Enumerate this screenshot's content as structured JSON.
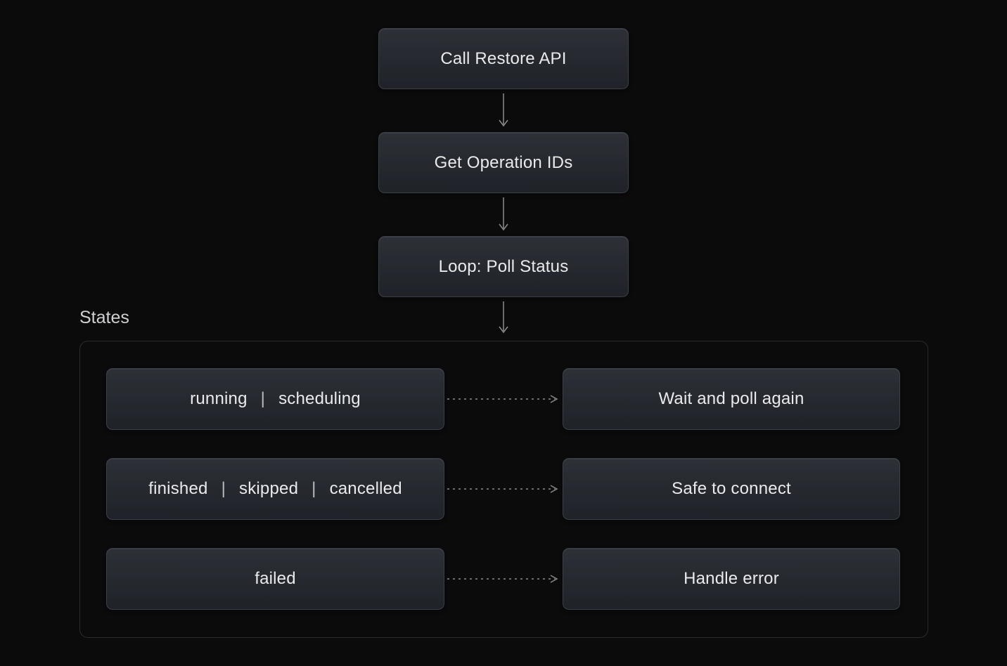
{
  "flow": {
    "nodes": [
      {
        "label": "Call Restore API"
      },
      {
        "label": "Get Operation IDs"
      },
      {
        "label": "Loop: Poll Status"
      }
    ]
  },
  "states": {
    "section_label": "States",
    "separator": "|",
    "rows": [
      {
        "labels": [
          "running",
          "scheduling"
        ],
        "result": "Wait and poll again"
      },
      {
        "labels": [
          "finished",
          "skipped",
          "cancelled"
        ],
        "result": "Safe to connect"
      },
      {
        "labels": [
          "failed"
        ],
        "result": "Handle error"
      }
    ]
  },
  "colors": {
    "background": "#0b0b0c",
    "node_gradient_top": "#2d3036",
    "node_gradient_bottom": "#1f2228",
    "node_border": "#3c3f45",
    "container_border": "#2b2b2d",
    "text": "#e9eaec",
    "heading_text": "#cfd0d2",
    "arrow": "#8d8d91"
  }
}
